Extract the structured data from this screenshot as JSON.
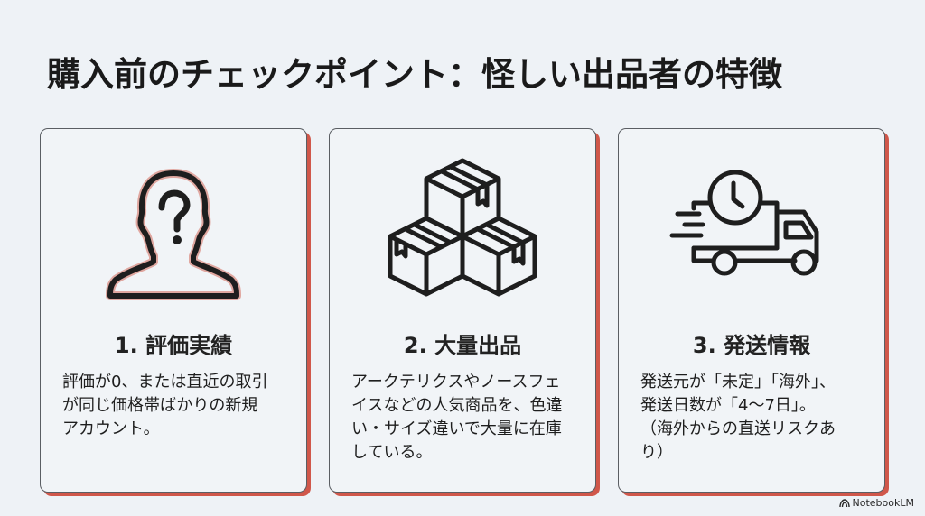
{
  "page": {
    "title": "購入前のチェックポイント：怪しい出品者の特徴"
  },
  "colors": {
    "background": "#eef2f6",
    "card_bg": "#f1f4f7",
    "card_border": "#5a5e63",
    "accent_shadow": "#d0574a",
    "icon_stroke": "#1e1e1e",
    "icon_outline": "#e0a7a0"
  },
  "cards": [
    {
      "icon": "person-question-icon",
      "title": "1. 評価実績",
      "body_lines": [
        "評価が0、または直近の取引",
        "が同じ価格帯ばかりの新規",
        "アカウント。"
      ]
    },
    {
      "icon": "stacked-boxes-icon",
      "title": "2. 大量出品",
      "body_lines": [
        "アークテリクスやノースフェ",
        "イスなどの人気商品を、色違",
        "い・サイズ違いで大量に在庫",
        "している。"
      ]
    },
    {
      "icon": "delivery-truck-clock-icon",
      "title": "3. 発送情報",
      "body_lines": [
        "発送元が「未定」「海外」、",
        "発送日数が「4〜7日」。",
        "（海外からの直送リスクあ",
        "り）"
      ]
    }
  ],
  "footer": {
    "brand_icon": "notebooklm-logo-icon",
    "brand": "NotebookLM"
  }
}
